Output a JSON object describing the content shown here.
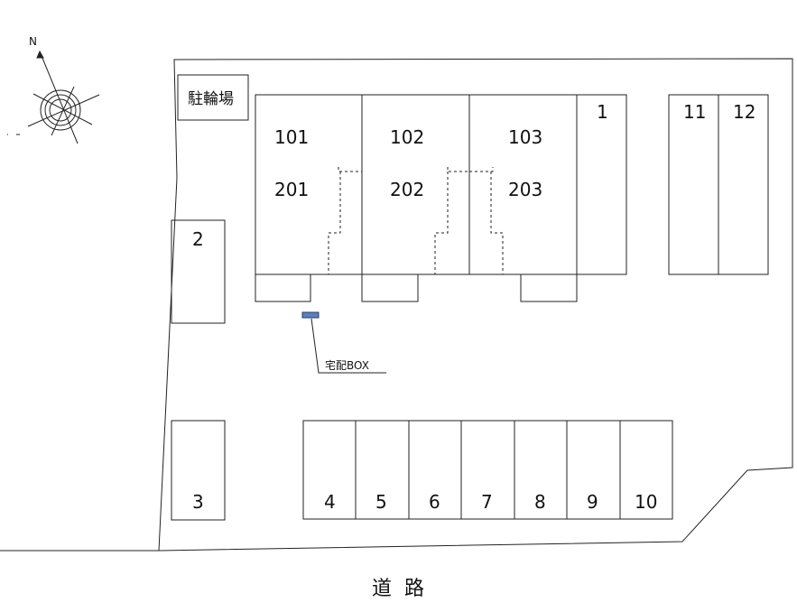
{
  "compass": {
    "label": "N",
    "icon": "compass-rose-icon"
  },
  "bicycle_parking": {
    "label": "駐輪場"
  },
  "units": {
    "u101": "101",
    "u102": "102",
    "u103": "103",
    "u201": "201",
    "u202": "202",
    "u203": "203"
  },
  "parking": {
    "p1": "1",
    "p2": "2",
    "p3": "3",
    "p4": "4",
    "p5": "5",
    "p6": "6",
    "p7": "7",
    "p8": "8",
    "p9": "9",
    "p10": "10",
    "p11": "11",
    "p12": "12"
  },
  "delivery_box": {
    "label": "宅配BOX",
    "color": "#5b7fbf"
  },
  "road": {
    "label": "道路"
  }
}
